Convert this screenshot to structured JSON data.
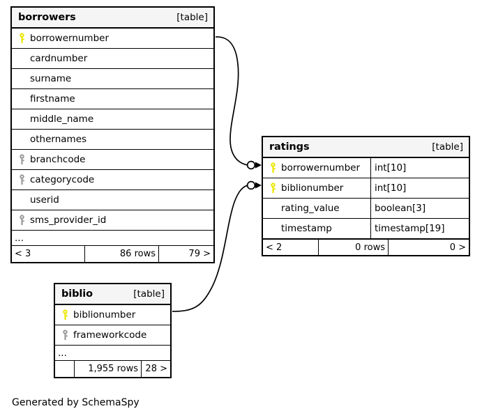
{
  "diagram": {
    "generator_note": "Generated by SchemaSpy",
    "type_label": "[table]",
    "ellipsis": "...",
    "colors": {
      "primary_key": "#ebe600",
      "foreign_key": "#999999",
      "header_bg": "#f5f5f5",
      "border": "#000000",
      "background": "#ffffff"
    }
  },
  "tables": {
    "borrowers": {
      "name": "borrowers",
      "type": "[table]",
      "columns": [
        {
          "name": "borrowernumber",
          "key": "primary"
        },
        {
          "name": "cardnumber",
          "key": "none"
        },
        {
          "name": "surname",
          "key": "none"
        },
        {
          "name": "firstname",
          "key": "none"
        },
        {
          "name": "middle_name",
          "key": "none"
        },
        {
          "name": "othernames",
          "key": "none"
        },
        {
          "name": "branchcode",
          "key": "foreign"
        },
        {
          "name": "categorycode",
          "key": "foreign"
        },
        {
          "name": "userid",
          "key": "none"
        },
        {
          "name": "sms_provider_id",
          "key": "foreign"
        }
      ],
      "more_indicator": "...",
      "footer": {
        "prev": "< 3",
        "rows": "86 rows",
        "next": "79 >"
      }
    },
    "ratings": {
      "name": "ratings",
      "type": "[table]",
      "columns": [
        {
          "name": "borrowernumber",
          "type": "int[10]",
          "key": "primary"
        },
        {
          "name": "biblionumber",
          "type": "int[10]",
          "key": "primary"
        },
        {
          "name": "rating_value",
          "type": "boolean[3]",
          "key": "none"
        },
        {
          "name": "timestamp",
          "type": "timestamp[19]",
          "key": "none"
        }
      ],
      "footer": {
        "prev": "< 2",
        "rows": "0 rows",
        "next": "0 >"
      }
    },
    "biblio": {
      "name": "biblio",
      "type": "[table]",
      "columns": [
        {
          "name": "biblionumber",
          "key": "primary"
        },
        {
          "name": "frameworkcode",
          "key": "foreign"
        }
      ],
      "more_indicator": "...",
      "footer": {
        "prev": "",
        "rows": "1,955 rows",
        "next": "28 >"
      }
    }
  },
  "relationships": [
    {
      "from": "borrowers.borrowernumber",
      "to": "ratings.borrowernumber",
      "from_cardinality": "zero-or-one",
      "to_cardinality": "many"
    },
    {
      "from": "biblio.biblionumber",
      "to": "ratings.biblionumber",
      "from_cardinality": "zero-or-one",
      "to_cardinality": "many"
    }
  ]
}
